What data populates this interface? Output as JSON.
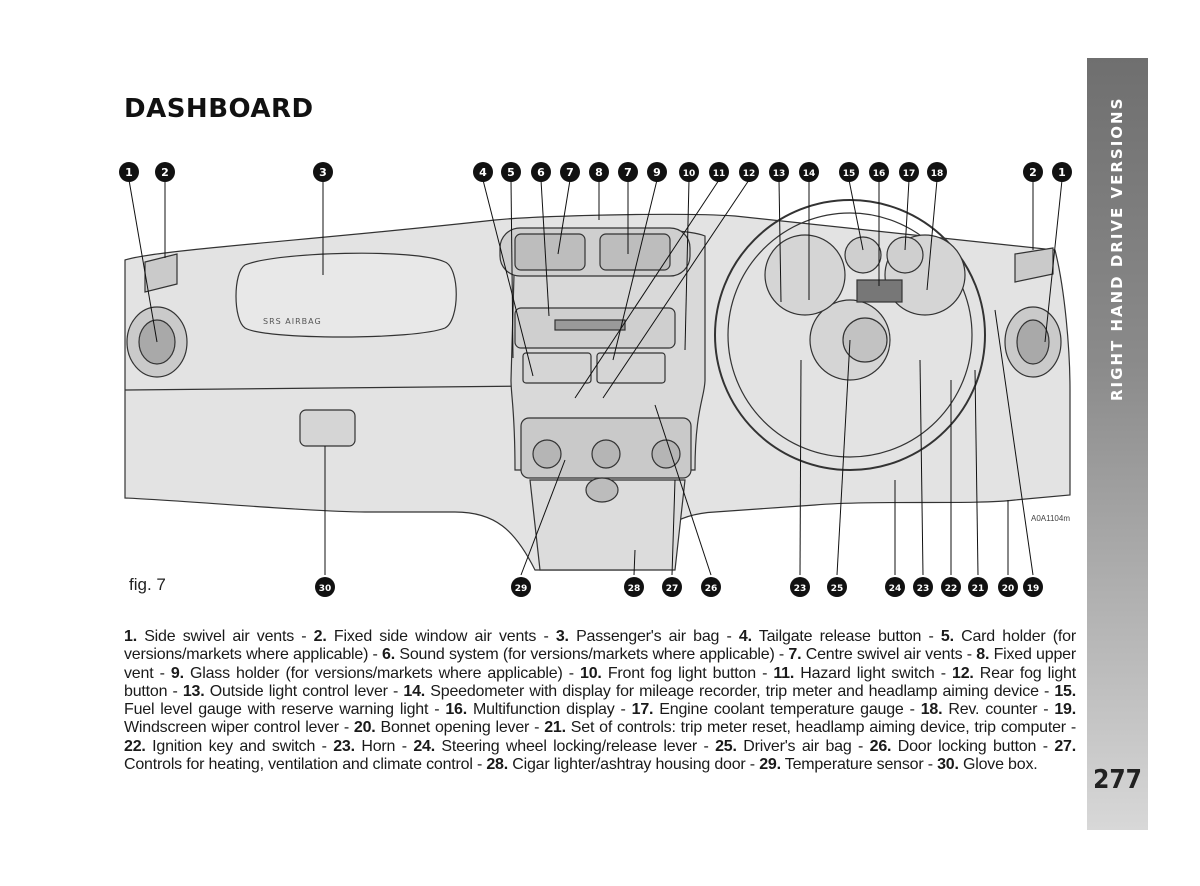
{
  "page": {
    "title": "DASHBOARD",
    "side_tab": "RIGHT HAND DRIVE VERSIONS",
    "page_number": "277",
    "fig_label": "fig. 7",
    "figure_code": "A0A1104m",
    "airbag_label": "SRS AIRBAG"
  },
  "callouts_top": [
    "1",
    "2",
    "3",
    "4",
    "5",
    "6",
    "7",
    "8",
    "7",
    "9",
    "10",
    "11",
    "12",
    "13",
    "14",
    "15",
    "16",
    "17",
    "18",
    "2",
    "1"
  ],
  "callouts_bottom": [
    "30",
    "29",
    "28",
    "27",
    "26",
    "23",
    "25",
    "24",
    "23",
    "22",
    "21",
    "20",
    "19"
  ],
  "legend": [
    {
      "num": "1.",
      "text": "Side swivel air vents - "
    },
    {
      "num": "2.",
      "text": "Fixed side window air vents - "
    },
    {
      "num": "3.",
      "text": "Passenger's air bag - "
    },
    {
      "num": "4.",
      "text": "Tailgate release button - "
    },
    {
      "num": "5.",
      "text": "Card holder (for versions/markets where applicable) - "
    },
    {
      "num": "6.",
      "text": "Sound system (for versions/markets where applicable) - "
    },
    {
      "num": "7.",
      "text": "Centre swivel air vents - "
    },
    {
      "num": "8.",
      "text": "Fixed upper vent - "
    },
    {
      "num": "9.",
      "text": "Glass holder (for versions/markets where applicable) - "
    },
    {
      "num": "10.",
      "text": "Front fog light button - "
    },
    {
      "num": "11.",
      "text": "Hazard light switch - "
    },
    {
      "num": "12.",
      "text": "Rear fog light button - "
    },
    {
      "num": "13.",
      "text": "Outside light control lever - "
    },
    {
      "num": "14.",
      "text": "Speedometer with display for mileage recorder, trip meter and headlamp aiming device - "
    },
    {
      "num": "15.",
      "text": "Fuel level gauge with reserve warning light - "
    },
    {
      "num": "16.",
      "text": "Multifunction display - "
    },
    {
      "num": "17.",
      "text": "Engine coolant temperature gauge - "
    },
    {
      "num": "18.",
      "text": "Rev. counter - "
    },
    {
      "num": "19.",
      "text": "Windscreen wiper control lever - "
    },
    {
      "num": "20.",
      "text": "Bonnet opening lever - "
    },
    {
      "num": "21.",
      "text": "Set of controls: trip meter reset, headlamp aiming device, trip computer - "
    },
    {
      "num": "22.",
      "text": "Ignition key and switch - "
    },
    {
      "num": "23.",
      "text": "Horn - "
    },
    {
      "num": "24.",
      "text": "Steering wheel locking/release lever - "
    },
    {
      "num": "25.",
      "text": "Driver's air bag - "
    },
    {
      "num": "26.",
      "text": "Door locking button - "
    },
    {
      "num": "27.",
      "text": "Controls for heating, ventilation and climate control - "
    },
    {
      "num": "28.",
      "text": "Cigar lighter/ashtray housing door - "
    },
    {
      "num": "29.",
      "text": "Temperature sensor - "
    },
    {
      "num": "30.",
      "text": "Glove box."
    }
  ]
}
